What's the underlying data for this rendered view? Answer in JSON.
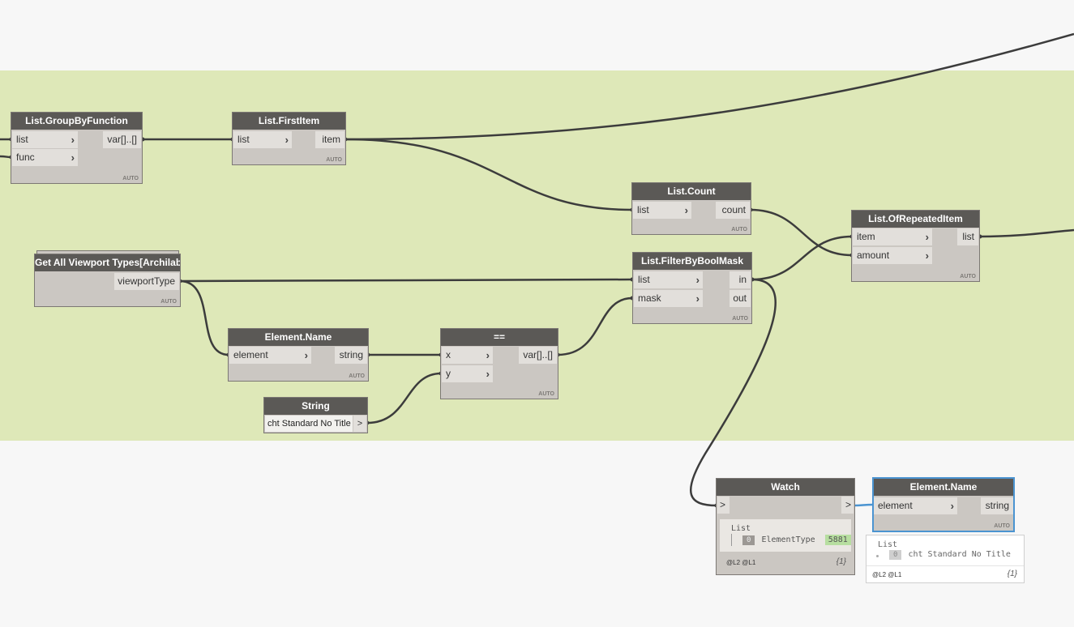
{
  "colors": {
    "group": "#dee8b8",
    "canvas": "#f7f7f7",
    "header": "#5b5956",
    "node": "#cbc7c2",
    "wire": "#3c3c3c",
    "selected": "#4b94d1"
  },
  "nodes": {
    "group_by_function": {
      "title": "List.GroupByFunction",
      "inputs": [
        "list",
        "func"
      ],
      "output": "var[]..[]",
      "lacing": "AUTO"
    },
    "first_item": {
      "title": "List.FirstItem",
      "input": "list",
      "output": "item",
      "lacing": "AUTO"
    },
    "count": {
      "title": "List.Count",
      "input": "list",
      "output": "count",
      "lacing": "AUTO"
    },
    "repeated_item": {
      "title": "List.OfRepeatedItem",
      "inputs": [
        "item",
        "amount"
      ],
      "output": "list",
      "lacing": "AUTO"
    },
    "viewport_types": {
      "title": "Get All Viewport Types[Archilab]",
      "output": "viewportType",
      "lacing": "AUTO"
    },
    "filter_mask": {
      "title": "List.FilterByBoolMask",
      "inputs": [
        "list",
        "mask"
      ],
      "outputs": [
        "in",
        "out"
      ],
      "lacing": "AUTO"
    },
    "element_name_1": {
      "title": "Element.Name",
      "input": "element",
      "output": "string",
      "lacing": "AUTO"
    },
    "equals": {
      "title": "==",
      "inputs": [
        "x",
        "y"
      ],
      "output": "var[]..[]",
      "lacing": "AUTO"
    },
    "string": {
      "title": "String",
      "value": "cht Standard No Title",
      "output": ">"
    },
    "watch": {
      "title": "Watch",
      "input": ">",
      "output": ">",
      "list_label": "List",
      "index": "0",
      "item_label": "ElementType",
      "item_value": "5881",
      "levels": "@L2 @L1",
      "count": "{1}"
    },
    "element_name_2": {
      "title": "Element.Name",
      "input": "element",
      "output": "string",
      "lacing": "AUTO",
      "preview": {
        "list_label": "List",
        "index": "0",
        "item": "cht Standard No Title",
        "levels": "@L2 @L1",
        "count": "{1}"
      }
    }
  }
}
